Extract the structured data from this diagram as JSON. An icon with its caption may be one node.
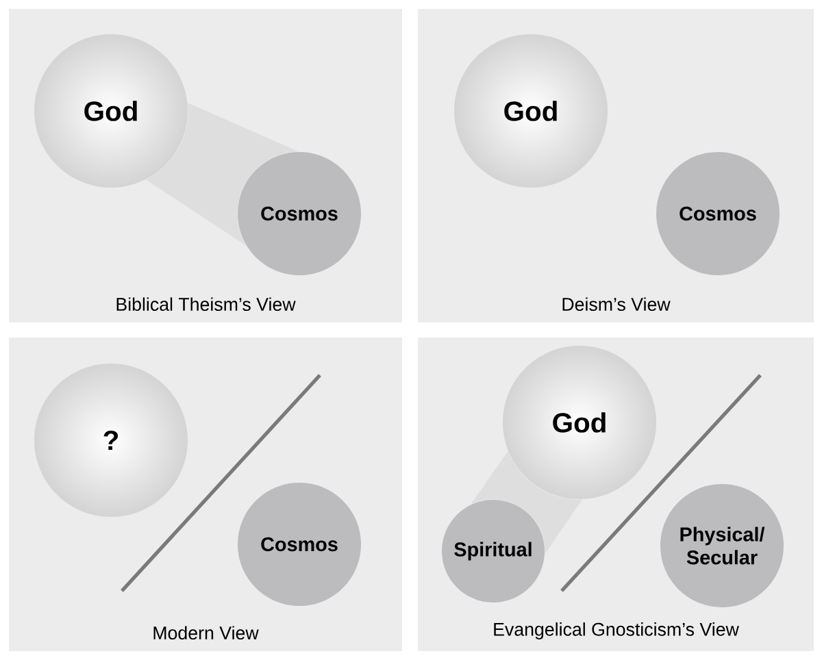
{
  "diagram": {
    "nodes": [
      {
        "text": [
          "Biblical Theism’s View"
        ]
      },
      {
        "text": [
          "God"
        ],
        "in": 0
      },
      {
        "text": [
          "Cosmos"
        ],
        "in": 0
      },
      {
        "text": [
          "Deism’s View"
        ]
      },
      {
        "text": [
          "God"
        ],
        "in": 3
      },
      {
        "text": [
          "Cosmos"
        ],
        "in": 3
      },
      {
        "text": [
          "Modern View"
        ]
      },
      {
        "text": [
          "?"
        ],
        "in": 6
      },
      {
        "text": [
          "Cosmos"
        ],
        "in": 6
      },
      {
        "text": [
          "Evangelical Gnosticism’s View"
        ]
      },
      {
        "text": [
          "God"
        ],
        "in": 9
      },
      {
        "text": [
          "Spiritual"
        ],
        "in": 9
      },
      {
        "text": [
          "Physical/ Secular"
        ],
        "in": 9
      }
    ],
    "edges": [
      {
        "from": 1,
        "to": 2,
        "arrow": "none"
      },
      {
        "from": 10,
        "to": 11,
        "arrow": "none"
      }
    ]
  }
}
